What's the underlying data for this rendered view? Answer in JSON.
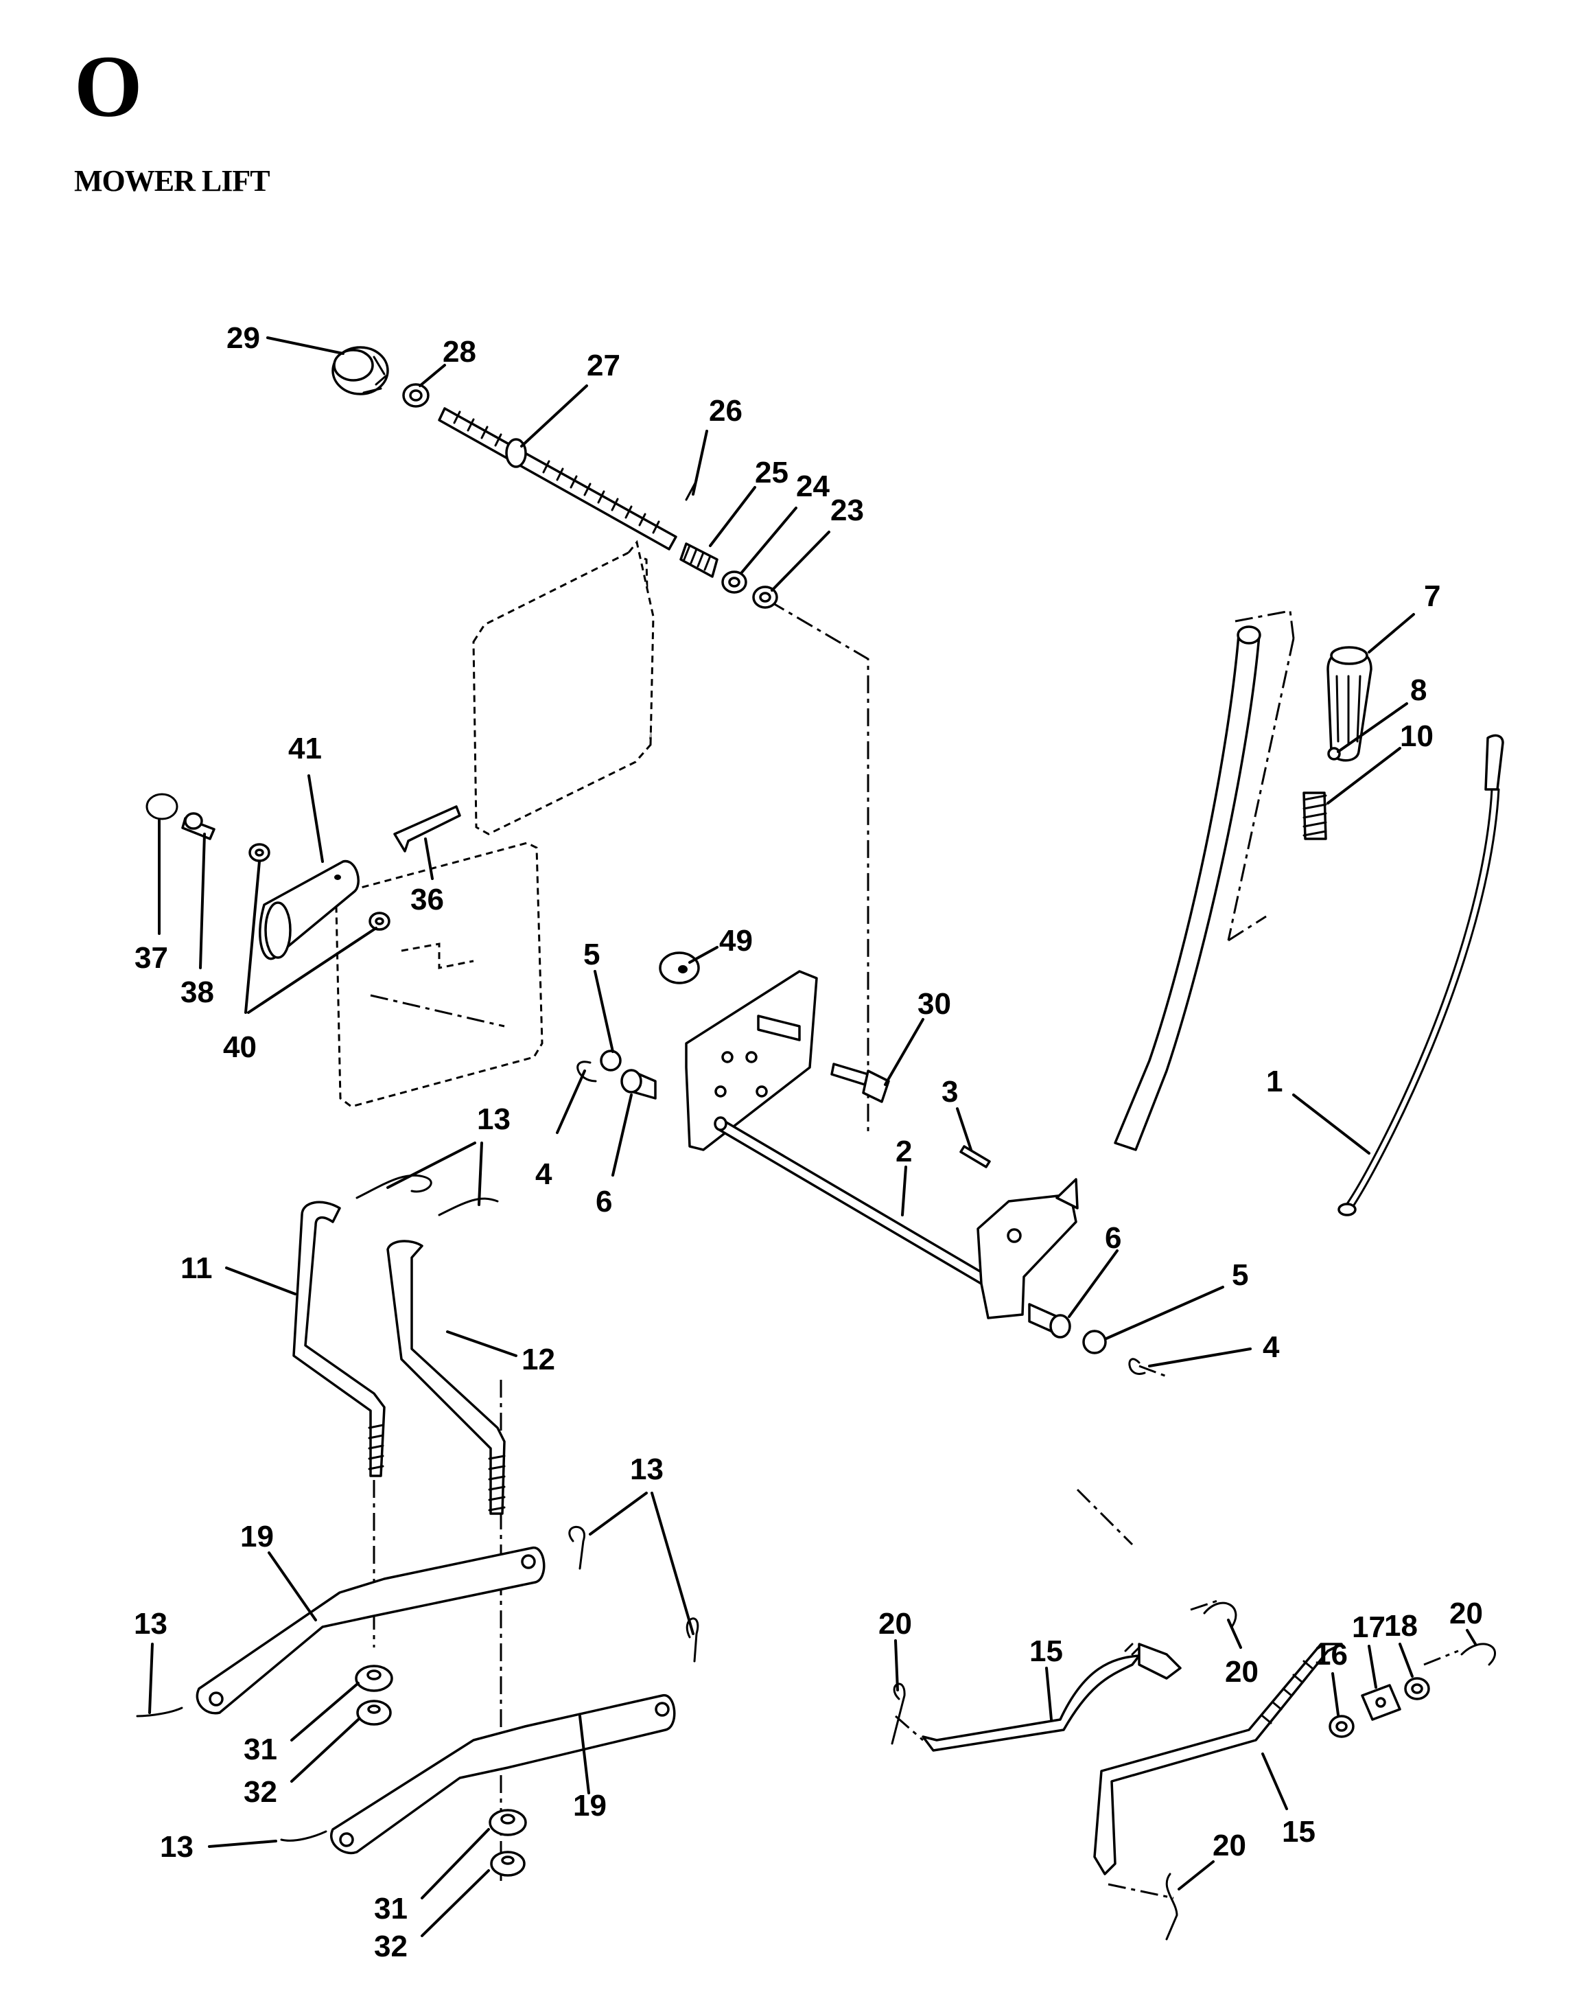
{
  "page": {
    "letter": "O",
    "title": "MOWER LIFT"
  },
  "callouts": [
    "29",
    "28",
    "27",
    "26",
    "25",
    "24",
    "23",
    "7",
    "8",
    "10",
    "41",
    "36",
    "37",
    "38",
    "40",
    "5",
    "49",
    "30",
    "3",
    "1",
    "4",
    "6",
    "2",
    "13",
    "11",
    "12",
    "6",
    "5",
    "4",
    "13",
    "19",
    "13",
    "31",
    "32",
    "19",
    "13",
    "31",
    "32",
    "20",
    "15",
    "20",
    "16",
    "17",
    "18",
    "20",
    "20",
    "15"
  ]
}
